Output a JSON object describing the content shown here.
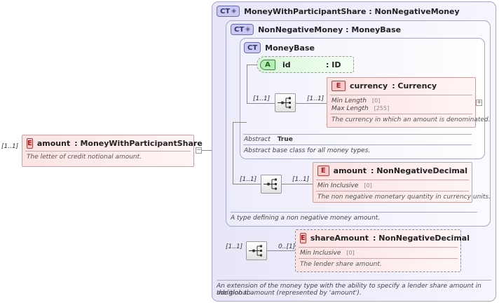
{
  "root": {
    "multiplicity": "[1..1]",
    "badge": "E",
    "name": "amount",
    "type": ": MoneyWithParticipantShare",
    "description": "The letter of credit notional amount.",
    "toggle": "−"
  },
  "ct_outer": {
    "badge": "CT",
    "title": "MoneyWithParticipantShare : NonNegativeMoney",
    "description_line1": "An extension of the money type with the ability to specify a lender share amount in addition to",
    "description_line2": "the global amount (represented by 'amount')."
  },
  "ct_middle": {
    "badge": "CT",
    "title": "NonNegativeMoney : MoneyBase",
    "description": "A type defining a non negative money amount."
  },
  "ct_inner": {
    "badge": "CT",
    "title": "MoneyBase",
    "abstract_label": "Abstract",
    "abstract_value": "True",
    "description": "Abstract base class for all money types."
  },
  "attribute_id": {
    "badge": "A",
    "name": "id",
    "type": ": ID"
  },
  "currency": {
    "seq_multiplicity": "[1..1]",
    "multiplicity": "[1..1]",
    "badge": "E",
    "name": "currency",
    "type": ": Currency",
    "facets": [
      {
        "label": "Min Length",
        "value": "[0]"
      },
      {
        "label": "Max Length",
        "value": "[255]"
      }
    ],
    "description": "The currency in which an amount is denominated.",
    "toggle": "+"
  },
  "amount_nonneg": {
    "seq_multiplicity": "[1..1]",
    "multiplicity": "[1..1]",
    "badge": "E",
    "name": "amount",
    "type": ": NonNegativeDecimal",
    "facets": [
      {
        "label": "Min Inclusive",
        "value": "[0]"
      }
    ],
    "description": "The non negative monetary quantity in currency units."
  },
  "share_amount": {
    "seq_multiplicity": "[1..1]",
    "multiplicity": "0..[1]",
    "badge": "E",
    "name": "shareAmount",
    "type": ": NonNegativeDecimal",
    "facets": [
      {
        "label": "Min Inclusive",
        "value": "[0]"
      }
    ],
    "description": "The lender share amount."
  },
  "icons": {
    "sequence": "sequence-compositor-icon",
    "expand_plus": "plus"
  },
  "colors": {
    "complex_type_bg": "#e6e6f8",
    "element_bg": "#fbe3e3",
    "attribute_bg": "#d7f5d7"
  }
}
